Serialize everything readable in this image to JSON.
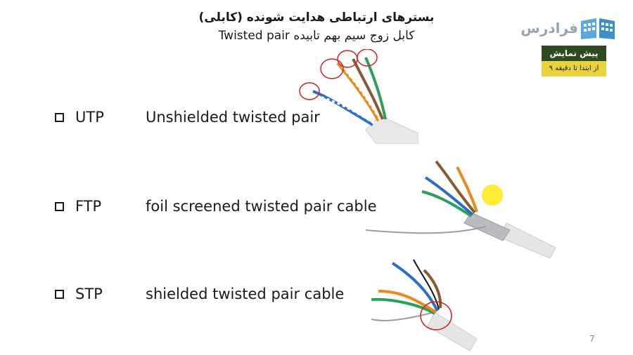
{
  "title": {
    "line1": "بسترهای ارتباطی هدایت شونده (کابلی)",
    "line2_fa": "کابل زوج سیم بهم تابیده",
    "line2_en": "Twisted pair"
  },
  "logo": {
    "text": "فرادرس",
    "icon": "book-logo-icon"
  },
  "preview_badge": {
    "top": "پیش نمایش",
    "bottom": "از ابتدا تا دقیقه ۹"
  },
  "bullets": [
    {
      "abbr": "UTP",
      "desc": "Unshielded twisted pair"
    },
    {
      "abbr": "FTP",
      "desc": "foil screened twisted pair cable"
    },
    {
      "abbr": "STP",
      "desc": "shielded twisted pair cable"
    }
  ],
  "images": [
    {
      "icon": "utp-cable-image"
    },
    {
      "icon": "ftp-cable-image"
    },
    {
      "icon": "stp-cable-image"
    }
  ],
  "page_number": "7",
  "colors": {
    "badge_dark": "#2e4a1e",
    "badge_yellow": "#e8d43a",
    "annotation_red": "#d42020",
    "cursor_highlight": "#ffe600"
  }
}
